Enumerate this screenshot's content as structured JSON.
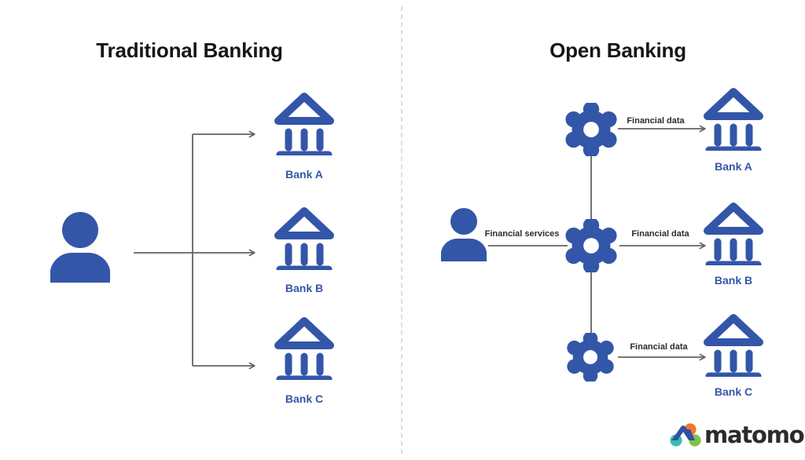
{
  "panels": {
    "left": {
      "title": "Traditional Banking",
      "actor": {
        "name": "customer"
      },
      "banks": [
        {
          "label": "Bank A"
        },
        {
          "label": "Bank B"
        },
        {
          "label": "Bank C"
        }
      ]
    },
    "right": {
      "title": "Open Banking",
      "actor": {
        "name": "customer"
      },
      "service_edge_label": "Financial services",
      "apis": [
        {
          "name": "api-gear-top",
          "edge_label": "Financial data"
        },
        {
          "name": "api-gear-middle",
          "edge_label": "Financial data"
        },
        {
          "name": "api-gear-bottom",
          "edge_label": "Financial data"
        }
      ],
      "banks": [
        {
          "label": "Bank A"
        },
        {
          "label": "Bank B"
        },
        {
          "label": "Bank C"
        }
      ]
    }
  },
  "brand": {
    "wordmark": "matomo",
    "colors": {
      "logo_blue": "#3152a4",
      "logo_teal": "#37beb3",
      "logo_orange": "#f3762d",
      "logo_green": "#7ec245",
      "wordmark": "#2b2b2f"
    }
  },
  "colors": {
    "icon_blue": "#3356a8",
    "label_blue": "#3356a8",
    "title_black": "#16161a",
    "connector_gray": "#636363",
    "divider_gray": "#dcdcdc",
    "background": "#ffffff"
  }
}
